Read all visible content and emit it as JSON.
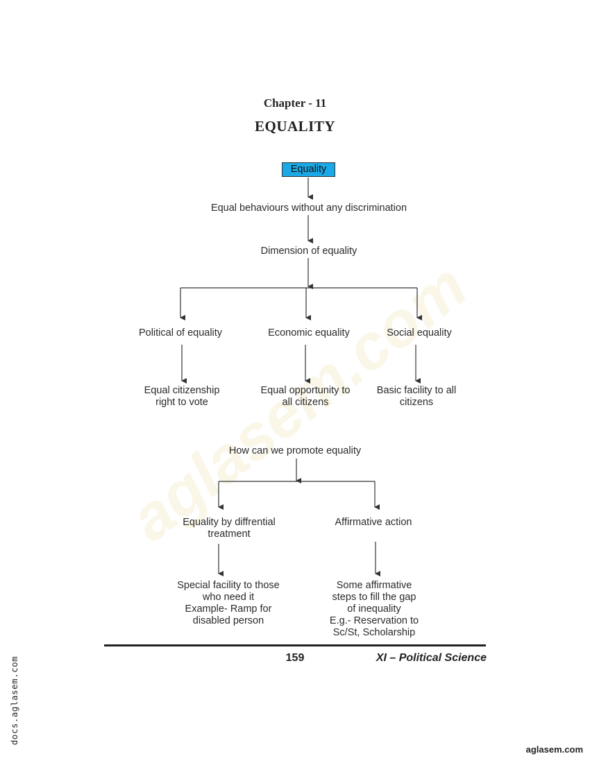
{
  "header": {
    "chapter": "Chapter - 11",
    "title": "EQUALITY"
  },
  "flowchart": {
    "root": "Equality",
    "definition": "Equal behaviours without any discrimination",
    "dimensions_title": "Dimension of equality",
    "dimensions": [
      {
        "label": "Political of equality",
        "detail_line1": "Equal citizenship",
        "detail_line2": "right to vote"
      },
      {
        "label": "Economic equality",
        "detail_line1": "Equal opportunity to",
        "detail_line2": "all citizens"
      },
      {
        "label": "Social equality",
        "detail_line1": "Basic facility to all",
        "detail_line2": "citizens"
      }
    ],
    "promote_title": "How can we promote equality",
    "promote_branches": [
      {
        "label_line1": "Equality by diffrential",
        "label_line2": "treatment",
        "detail_lines": [
          "Special facility to those",
          "who need it",
          "Example- Ramp for",
          "disabled person"
        ]
      },
      {
        "label_line1": "Affirmative action",
        "detail_lines": [
          "Some affirmative",
          "steps to fill the gap",
          "of inequality",
          "E.g.- Reservation to",
          "Sc/St, Scholarship"
        ]
      }
    ],
    "root_color": "#1aa9e6"
  },
  "footer": {
    "page_number": "159",
    "book_title": "XI – Political Science"
  },
  "side_url": "docs.aglasem.com",
  "brand": "aglasem.com",
  "watermark_text": "aglasem.com"
}
